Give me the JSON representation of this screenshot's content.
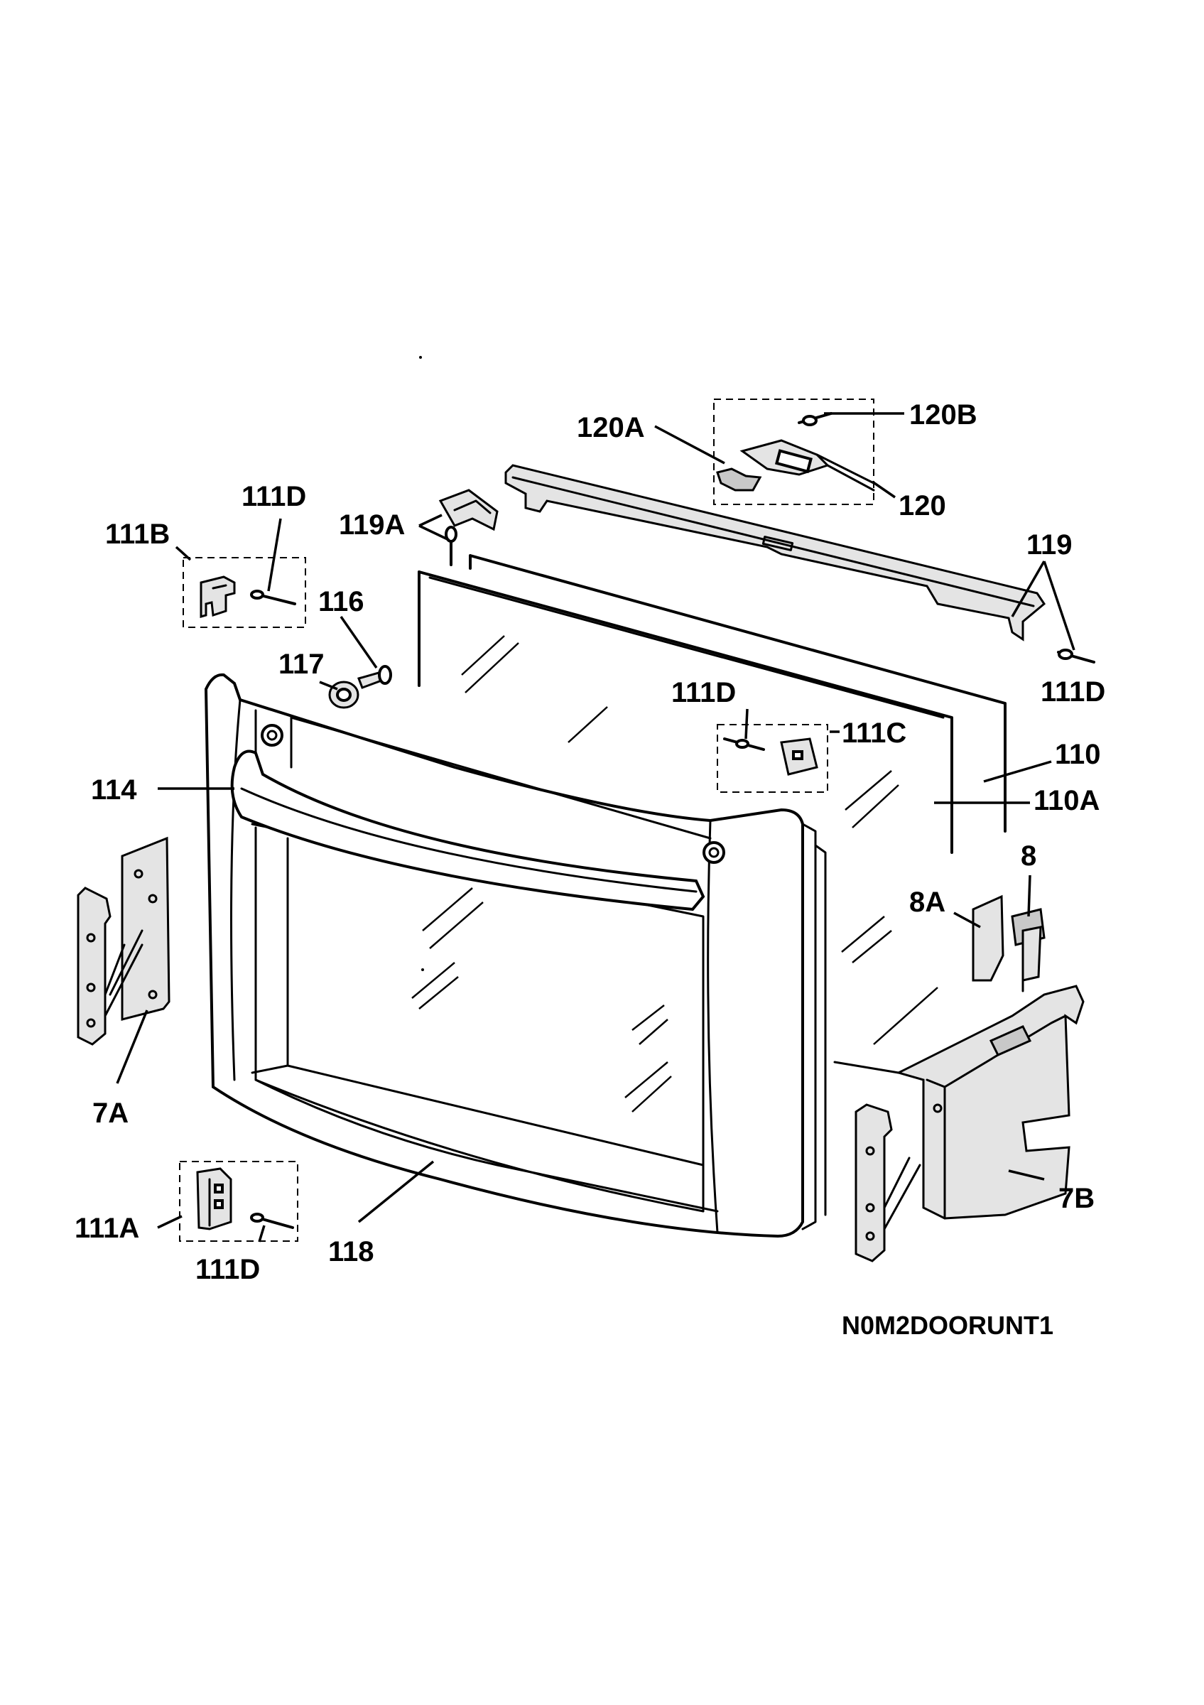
{
  "labels": {
    "l120B": "120B",
    "l120A": "120A",
    "l120": "120",
    "l119": "119",
    "l119A": "119A",
    "l111D_top": "111D",
    "l111B": "111B",
    "l116": "116",
    "l117": "117",
    "l111D_right": "111D",
    "l111D_mid": "111D",
    "l111C": "111C",
    "l110": "110",
    "l110A": "110A",
    "l114": "114",
    "l8": "8",
    "l8A": "8A",
    "l7A": "7A",
    "l7B": "7B",
    "l111A": "111A",
    "l111D_bottom": "111D",
    "l118": "118"
  },
  "diagram_code": "N0M2DOORUNT1"
}
